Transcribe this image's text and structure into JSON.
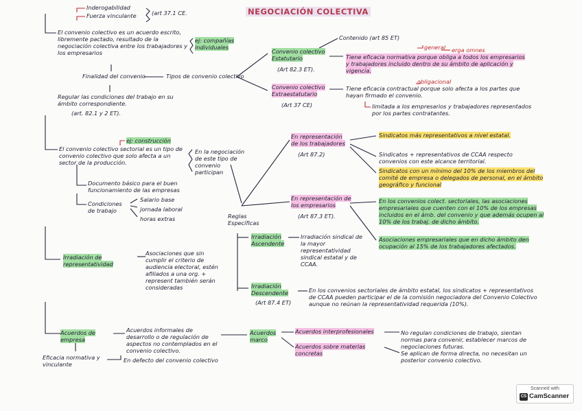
{
  "title": "NEGOCIACIÓN COLECTIVA",
  "top": {
    "inderogabilidad": "Inderogabilidad",
    "fuerza": "Fuerza vinculante",
    "art": "(art 37.1 CE."
  },
  "convenio": {
    "def": "El convenio colectivo es un acuerdo escrito, libremente pactado, resultado de la negociación colectiva entre los trabajadores y los empresarios",
    "ej": "ej: compañías individuales",
    "finalidad": "Finalidad del convenio",
    "tipos": "Tipos de convenio colectivo",
    "regular": "Regular las condiciones del trabajo en su ámbito correspondiente.",
    "art82": "(art. 82.1 y 2 ET)."
  },
  "estatutario": {
    "label": "Convenio colectivo Estatutario",
    "art": "(Art 82.3 ET).",
    "contenido": "Contenido (art 85 ET)",
    "eficacia": "Tiene eficacia normativa porque obliga a todos los empresarios y trabajadores incluido dentro de su ámbito de aplicación y vigencia.",
    "general": "general",
    "erga": "erga omnes"
  },
  "extraestatutario": {
    "label": "Convenio colectivo Extraestatutario",
    "art": "(Art 37 CE)",
    "eficacia": "Tiene eficacia contractual porque solo afecta a los partes que hayan firmado el convenio.",
    "obligacional": "obligacional",
    "limitada": "limitada a los empresarios y trabajadores representados por los partes contratantes."
  },
  "sectorial": {
    "ej": "ej: construcción",
    "def": "El convenio colectivo sectorial es un tipo de convenio colectivo que solo afecta a un sector de la producción.",
    "negociacion": "En la negociación de este tipo de convenio participan",
    "documento": "Documento básico para el buen funcionamiento de las empresas",
    "condiciones": "Condiciones de trabajo",
    "salario": "Salario base",
    "jornada": "jornada laboral",
    "horas": "horas extras",
    "reglas": "Reglas Específicas"
  },
  "trabajadores": {
    "label": "En representación de los trabajadores",
    "art": "(Art 87.2)",
    "sindicatos1": "Sindicatos más representativos a nivel estatal.",
    "sindicatos2": "Sindicatos + representativos de CCAA respecto convenios con este alcance territorial.",
    "sindicatos3": "Sindicatos con un mínimo del 10% de los miembros del comité de empresa o delegados de personal, en el ámbito geográfico y funcional"
  },
  "empresarios": {
    "label": "En representación de los empresarios",
    "art": "(Art 87.3 ET).",
    "texto1": "En los convenios colect. sectoriales, las asociaciones empresariales que cuenten con el 10% de los empresas incluidos en el ámb. del convenio y que además ocupen al 10% de los trabaj. de dicho ámbito.",
    "texto2": "Asociaciones empresariales que en dicho ámbito den ocupación al 15% de los trabajadores afectados."
  },
  "irradiacion": {
    "label": "Irradiación de representatividad",
    "asociaciones": "Asociaciones que sin cumplir el criterio de audiencia electoral, estén afiliados a una org. + represent también serán consideradas",
    "ascendente": "Irradiación Ascendente",
    "asc_texto": "Irradiación sindical de la mayor representatividad sindical estatal y de CCAA.",
    "descendente": "Irradiación Descendente",
    "desc_art": "(Art 87.4 ET)",
    "desc_texto": "En los convenios sectoriales de ámbito estatal, los sindicatos + representativos de CCAA pueden participar el de la comisión negociadora del Convenio Colectivo aunque no reúnan la representatividad requerida (10%)."
  },
  "acuerdos": {
    "label": "Acuerdos de empresa",
    "texto": "Acuerdos informales de desarrollo o de regulación de aspectos no contemplados en el convenio colectivo.",
    "eficacia": "Eficacia normativa y vinculante",
    "defecto": "En defecto del convenio colectivo",
    "marco": "Acuerdos marco",
    "interprof": "Acuerdos interprofesionales",
    "materias": "Acuerdos sobre materias concretas",
    "interprof_texto": "No regulan condiciones de trabajo, sientan normas para convenir, establecer marcos de negociaciones futuras.",
    "materias_texto": "Se aplican de forma directa, no necesitan un posterior convenio colectivo."
  },
  "badge": {
    "top": "Scanned with",
    "name": "CamScanner",
    "icon": "CS"
  },
  "colors": {
    "ink": "#1d1d33",
    "red": "#c02a30",
    "green_hl": "#5ac85a",
    "pink_hl": "#f078c8",
    "yellow_hl": "#fad73c"
  }
}
